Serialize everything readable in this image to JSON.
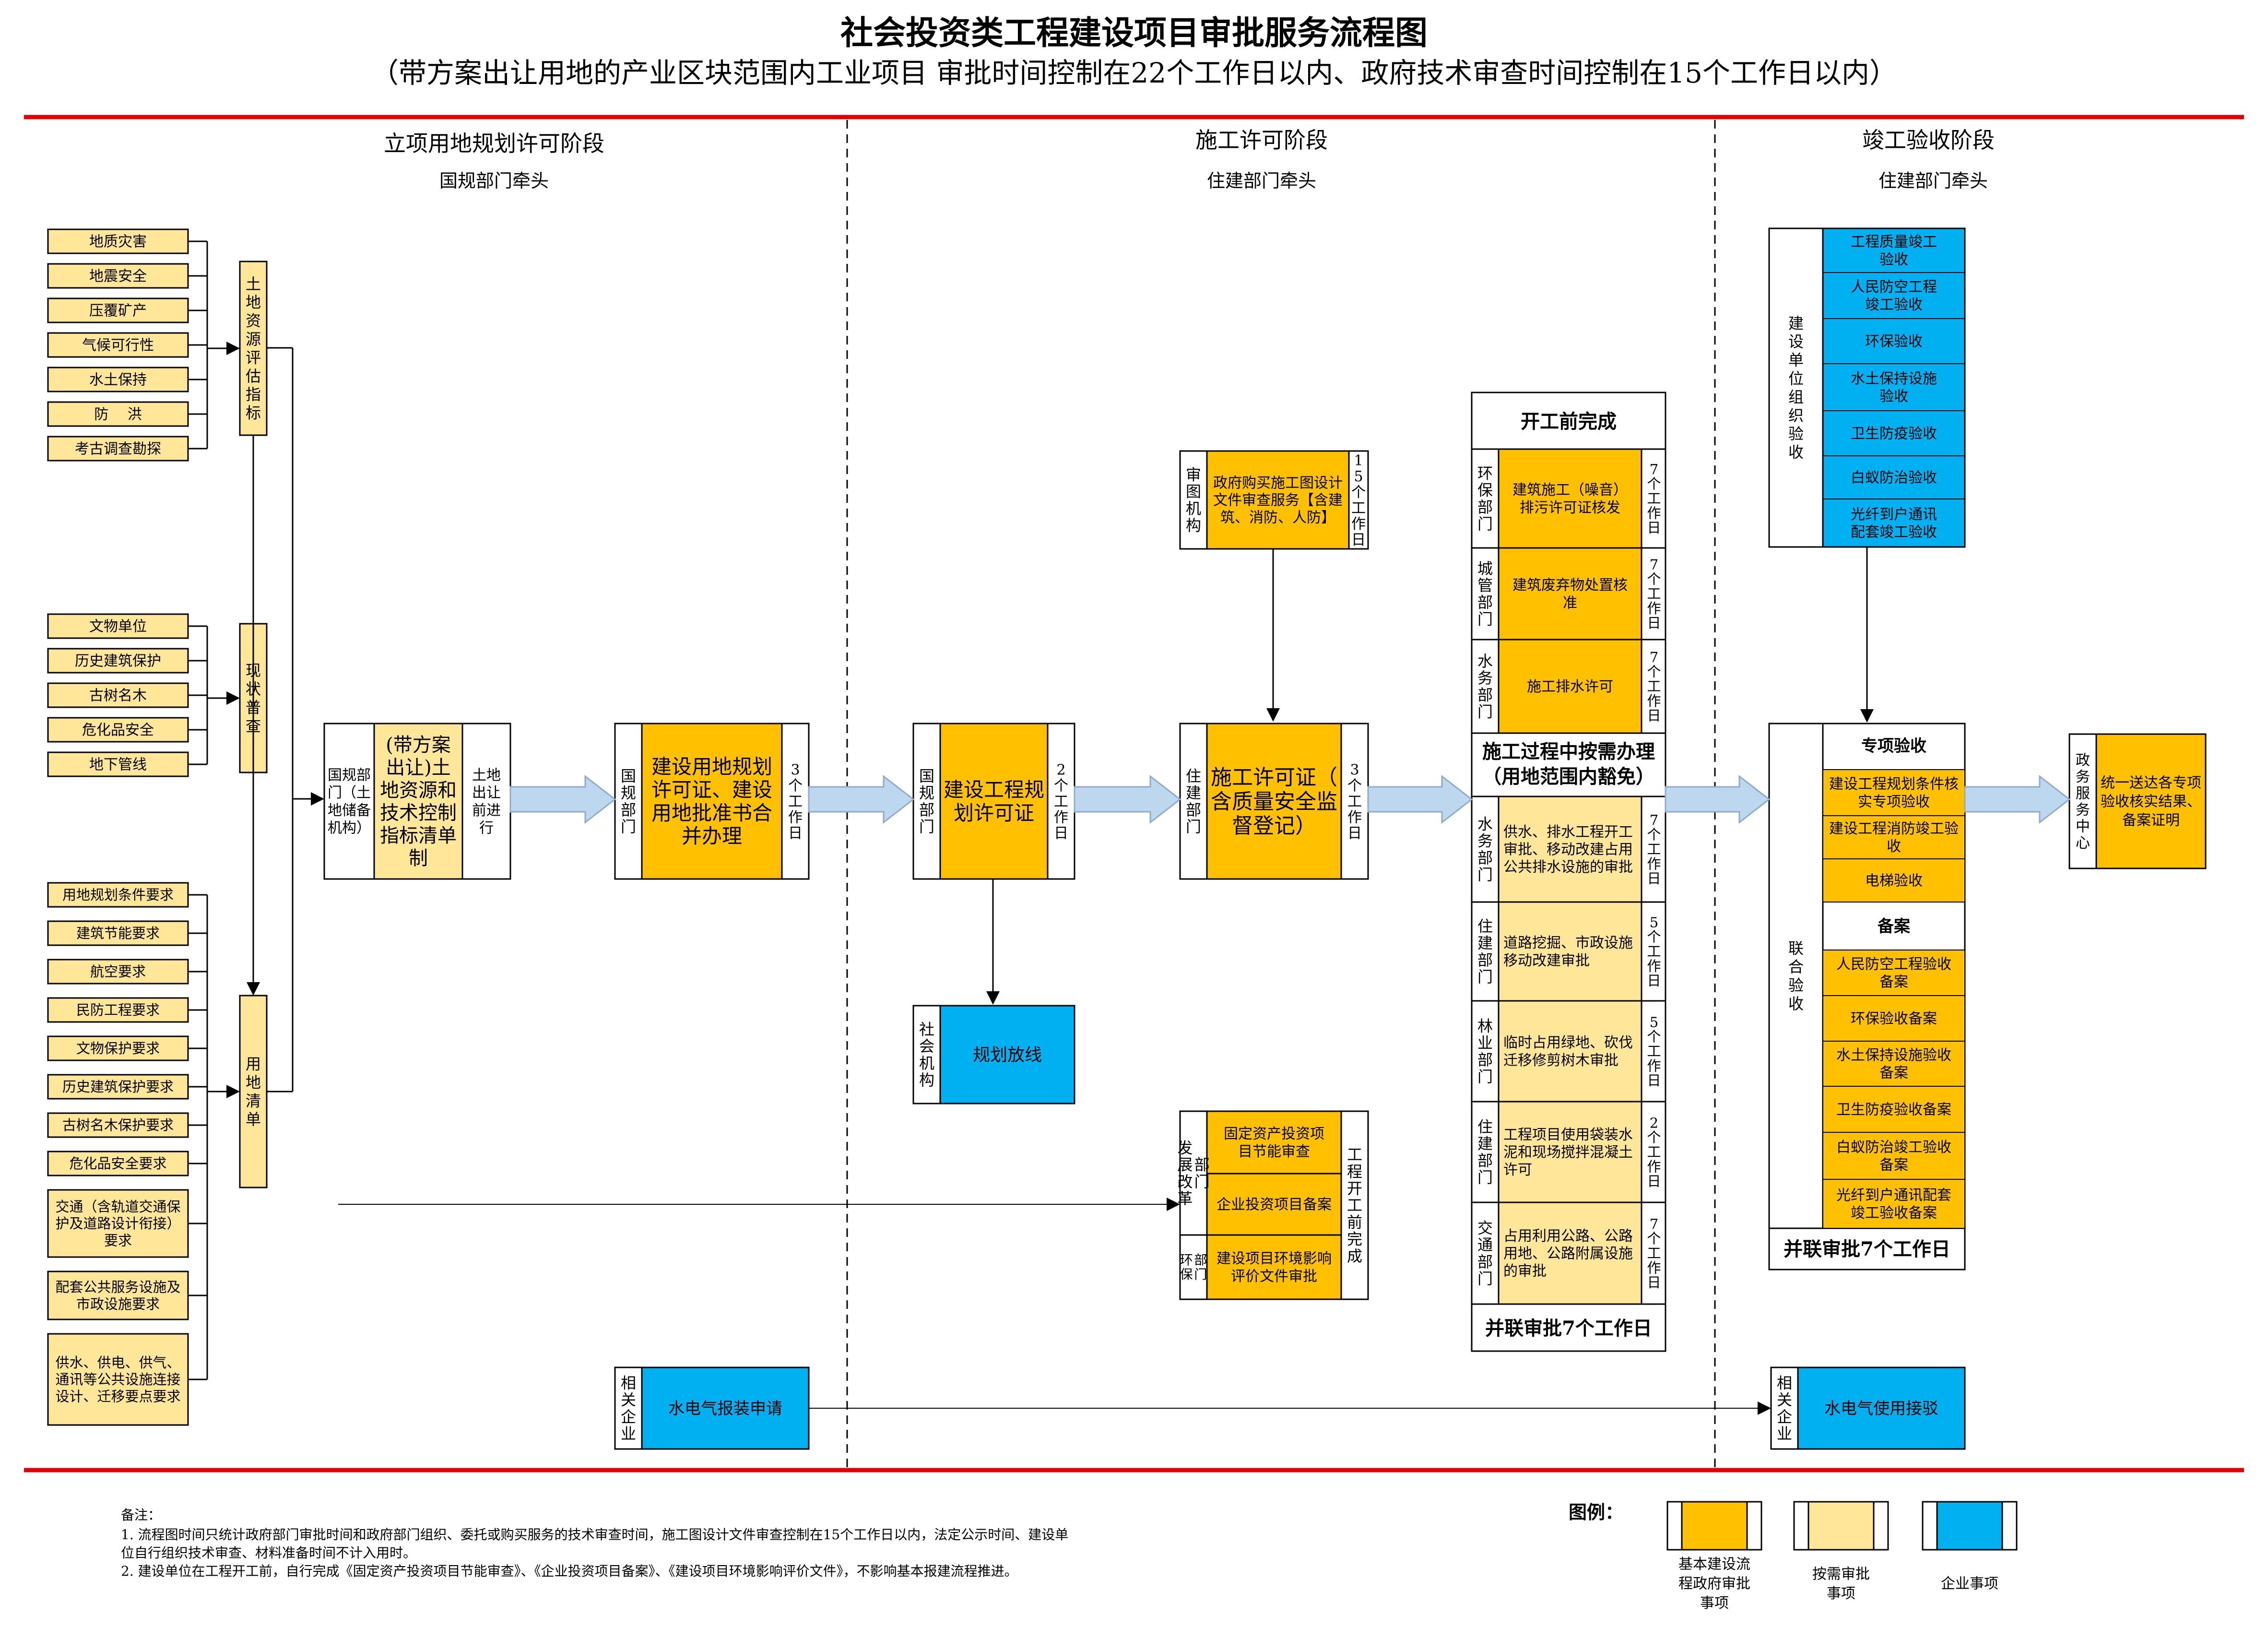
{
  "title": "社会投资类工程建设项目审批服务流程图",
  "subtitle": "（带方案出让用地的产业区块范围内工业项目 审批时间控制在22个工作日以内、政府技术审查时间控制在15个工作日以内）",
  "colors": {
    "orange": "#FFC000",
    "light": "#FFE699",
    "blue": "#00B0F0",
    "red": "#E00000",
    "arrow_fill": "#BDD7EE",
    "arrow_stroke": "#8FAACC",
    "border": "#000000"
  },
  "phases": [
    {
      "title": "立项用地规划许可阶段",
      "lead": "国规部门牵头"
    },
    {
      "title": "施工许可阶段",
      "lead": "住建部门牵头"
    },
    {
      "title": "竣工验收阶段",
      "lead": "住建部门牵头"
    }
  ],
  "group1": [
    "地质灾害",
    "地震安全",
    "压覆矿产",
    "气候可行性",
    "水土保持",
    "防　 洪",
    "考古调查勘探"
  ],
  "group2": [
    "文物单位",
    "历史建筑保护",
    "古树名木",
    "危化品安全",
    "地下管线"
  ],
  "group3": [
    "用地规划条件要求",
    "建筑节能要求",
    "航空要求",
    "民防工程要求",
    "文物保护要求",
    "历史建筑保护要求",
    "古树名木保护要求",
    "危化品安全要求",
    "交通（含轨道交通保护及道路设计衔接）要求",
    "配套公共服务设施及市政设施要求",
    "供水、供电、供气、通讯等公共设施连接设计、迁移要点要求"
  ],
  "vlabels": [
    "土地资源评估指标",
    "现状普查",
    "用地清单"
  ],
  "box_a": {
    "dept": "国规部门（土地储备机构）",
    "content": "(带方案出让)土地资源和技术控制指标清单制",
    "days": "土地出让前进行"
  },
  "box_b": {
    "dept": "国规部门",
    "content": "建设用地规划许可证、建设用地批准书合并办理",
    "days": "3个工作日"
  },
  "box_c": {
    "dept": "国规部门",
    "content": "建设工程规划许可证",
    "days": "2个工作日"
  },
  "box_d": {
    "dept": "住建部门",
    "content": "施工许可证（含质量安全监督登记）",
    "days": "3个工作日"
  },
  "review": {
    "dept": "审图机构",
    "content": "政府购买施工图设计文件审查服务【含建筑、消防、人防】",
    "days": "15个工作日"
  },
  "layout_box": {
    "dept": "社会机构",
    "content": "规划放线"
  },
  "pre_start": {
    "dept_fazhan": "发展改革部门",
    "dept_huanbao": "环保部门",
    "items": [
      "固定资产投资项目节能审查",
      "企业投资项目备案",
      "建设项目环境影响评价文件审批"
    ],
    "note": "工程开工前完成"
  },
  "utility_apply": {
    "dept": "相关企业",
    "content": "水电气报装申请"
  },
  "utility_connect": {
    "dept": "相关企业",
    "content": "水电气使用接驳"
  },
  "kaigong": {
    "header": "开工前完成",
    "rows": [
      {
        "dept": "环保部门",
        "content": "建筑施工（噪音）排污许可证核发",
        "days": "7个工作日"
      },
      {
        "dept": "城管部门",
        "content": "建筑废弃物处置核准",
        "days": "7个工作日"
      },
      {
        "dept": "水务部门",
        "content": "施工排水许可",
        "days": "7个工作日"
      }
    ],
    "mid_header": "施工过程中按需办理（用地范围内豁免）",
    "rows2": [
      {
        "dept": "水务部门",
        "content": "供水、排水工程开工审批、移动改建占用公共排水设施的审批",
        "days": "7个工作日"
      },
      {
        "dept": "住建部门",
        "content": "道路挖掘、市政设施移动改建审批",
        "days": "5个工作日"
      },
      {
        "dept": "林业部门",
        "content": "临时占用绿地、砍伐迁移修剪树木审批",
        "days": "5个工作日"
      },
      {
        "dept": "住建部门",
        "content": "工程项目使用袋装水泥和现场搅拌混凝土许可",
        "days": "2个工作日"
      },
      {
        "dept": "交通部门",
        "content": "占用利用公路、公路用地、公路附属设施的审批",
        "days": "7个工作日"
      }
    ],
    "footer": "并联审批7个工作日"
  },
  "unit_acceptance": {
    "label": "建设单位组织验收",
    "items": [
      "工程质量竣工验收",
      "人民防空工程竣工验收",
      "环保验收",
      "水土保持设施验收",
      "卫生防疫验收",
      "白蚁防治验收",
      "光纤到户通讯配套竣工验收"
    ]
  },
  "joint_acceptance": {
    "label": "联合验收",
    "header1": "专项验收",
    "items1": [
      "建设工程规划条件核实专项验收",
      "建设工程消防竣工验收",
      "电梯验收"
    ],
    "header2": "备案",
    "items2": [
      "人民防空工程验收备案",
      "环保验收备案",
      "水土保持设施验收备案",
      "卫生防疫验收备案",
      "白蚁防治竣工验收备案",
      "光纤到户通讯配套竣工验收备案"
    ],
    "footer": "并联审批7个工作日"
  },
  "service_center": {
    "dept": "政务服务中心",
    "content": "统一送达各专项验收核实结果、备案证明"
  },
  "notes": {
    "title": "备注：",
    "line1": "1. 流程图时间只统计政府部门审批时间和政府部门组织、委托或购买服务的技术审查时间，施工图设计文件审查控制在15个工作日以内，法定公示时间、建设单",
    "line2": "位自行组织技术审查、材料准备时间不计入用时。",
    "line3": "2. 建设单位在工程开工前，自行完成《固定资产投资项目节能审查》、《企业投资项目备案》、《建设项目环境影响评价文件》，不影响基本报建流程推进。"
  },
  "legend": {
    "title": "图例：",
    "items": [
      "基本建设流程政府审批事项",
      "按需审批事项",
      "企业事项"
    ]
  }
}
